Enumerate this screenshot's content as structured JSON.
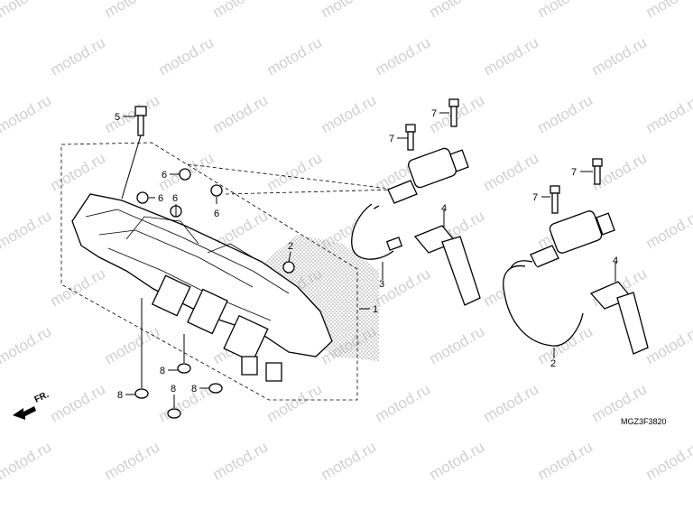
{
  "watermark": {
    "text": "motod.ru"
  },
  "diagram_code": "MGZ3F3820",
  "front_indicator": "FR.",
  "callouts": {
    "c1": "1",
    "c2a": "2",
    "c2b": "2",
    "c3": "3",
    "c4a": "4",
    "c4b": "4",
    "c5": "5",
    "c6a": "6",
    "c6b": "6",
    "c6c": "6",
    "c6d": "6",
    "c7a": "7",
    "c7b": "7",
    "c7c": "7",
    "c7d": "7",
    "c8a": "8",
    "c8b": "8",
    "c8c": "8",
    "c8d": "8"
  },
  "colors": {
    "line": "#000000",
    "watermark": "#d0d0d0",
    "stipple": "#9a9a9a",
    "background": "#ffffff"
  }
}
